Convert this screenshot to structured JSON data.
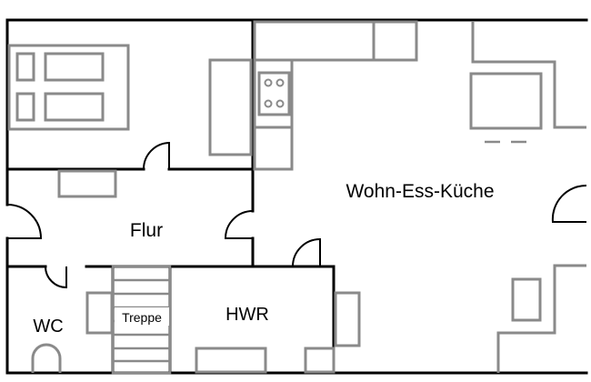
{
  "rooms": {
    "wohn_ess_kueche": "Wohn-Ess-Küche",
    "flur": "Flur",
    "wc": "WC",
    "treppe": "Treppe",
    "hwr": "HWR"
  },
  "colors": {
    "wall": "#000000",
    "furniture": "#8a8a8a",
    "background": "#ffffff"
  }
}
